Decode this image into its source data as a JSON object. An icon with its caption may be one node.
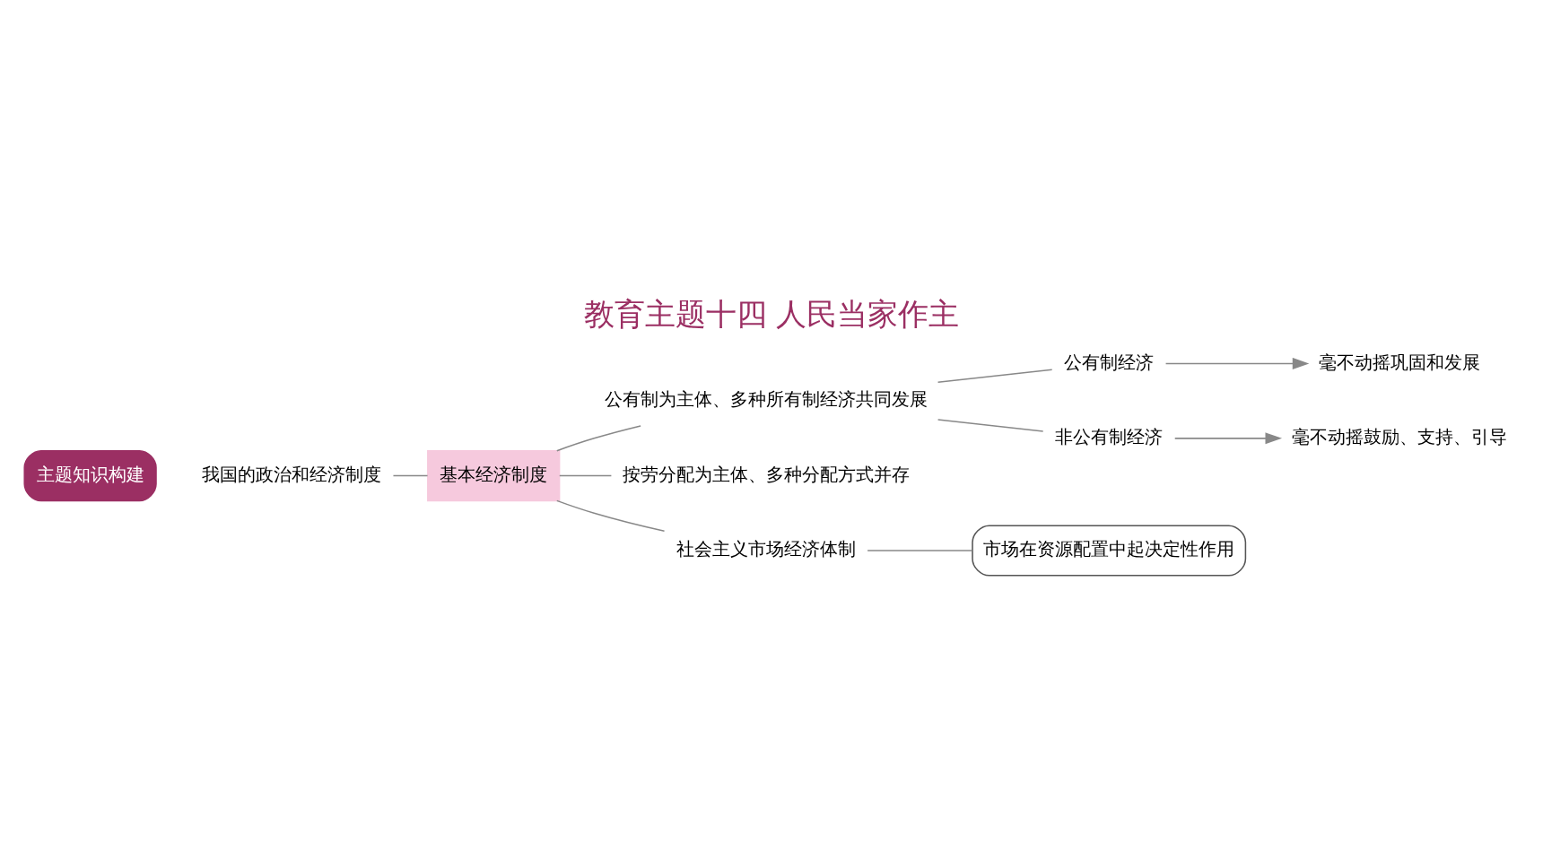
{
  "diagram": {
    "title": "教育主题十四 人民当家作主",
    "nodes": [
      {
        "text": [
          "主题知识构建"
        ]
      },
      {
        "text": [
          "我国的政治和经济制度"
        ]
      },
      {
        "text": [
          "基本经济制度"
        ]
      },
      {
        "text": [
          "公有制为主体、多种所有制经济共同发展"
        ]
      },
      {
        "text": [
          "公有制经济"
        ]
      },
      {
        "text": [
          "毫不动摇巩固和发展"
        ]
      },
      {
        "text": [
          "非公有制经济"
        ]
      },
      {
        "text": [
          "毫不动摇鼓励、支持、引导"
        ]
      },
      {
        "text": [
          "按劳分配为主体、多种分配方式并存"
        ]
      },
      {
        "text": [
          "社会主义市场经济体制"
        ]
      },
      {
        "text": [
          "市场在资源配置中起决定性作用"
        ]
      }
    ],
    "edges": [
      {
        "from": 1,
        "to": 2,
        "arrow": "none"
      },
      {
        "from": 2,
        "to": 3,
        "arrow": "none"
      },
      {
        "from": 2,
        "to": 8,
        "arrow": "none"
      },
      {
        "from": 2,
        "to": 9,
        "arrow": "none"
      },
      {
        "from": 3,
        "to": 4,
        "arrow": "none"
      },
      {
        "from": 3,
        "to": 6,
        "arrow": "none"
      },
      {
        "from": 4,
        "to": 5,
        "arrow": "to"
      },
      {
        "from": 6,
        "to": 7,
        "arrow": "to"
      },
      {
        "from": 9,
        "to": 10,
        "arrow": "none"
      }
    ]
  }
}
